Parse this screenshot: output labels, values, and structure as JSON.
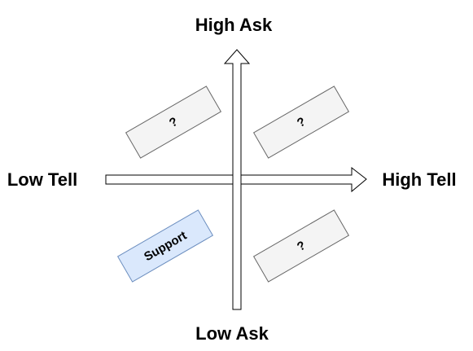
{
  "axes": {
    "top_label": "High Ask",
    "bottom_label": "Low Ask",
    "left_label": "Low Tell",
    "right_label": "High Tell"
  },
  "quadrants": {
    "top_left": {
      "label": "?",
      "fill": "#f4f4f4",
      "stroke": "#666666"
    },
    "top_right": {
      "label": "?",
      "fill": "#f4f4f4",
      "stroke": "#666666"
    },
    "bottom_left": {
      "label": "Support",
      "fill": "#dae8fc",
      "stroke": "#6c8ebf"
    },
    "bottom_right": {
      "label": "?",
      "fill": "#f4f4f4",
      "stroke": "#666666"
    }
  },
  "colors": {
    "arrow_stroke": "#000000",
    "arrow_fill": "#ffffff"
  }
}
